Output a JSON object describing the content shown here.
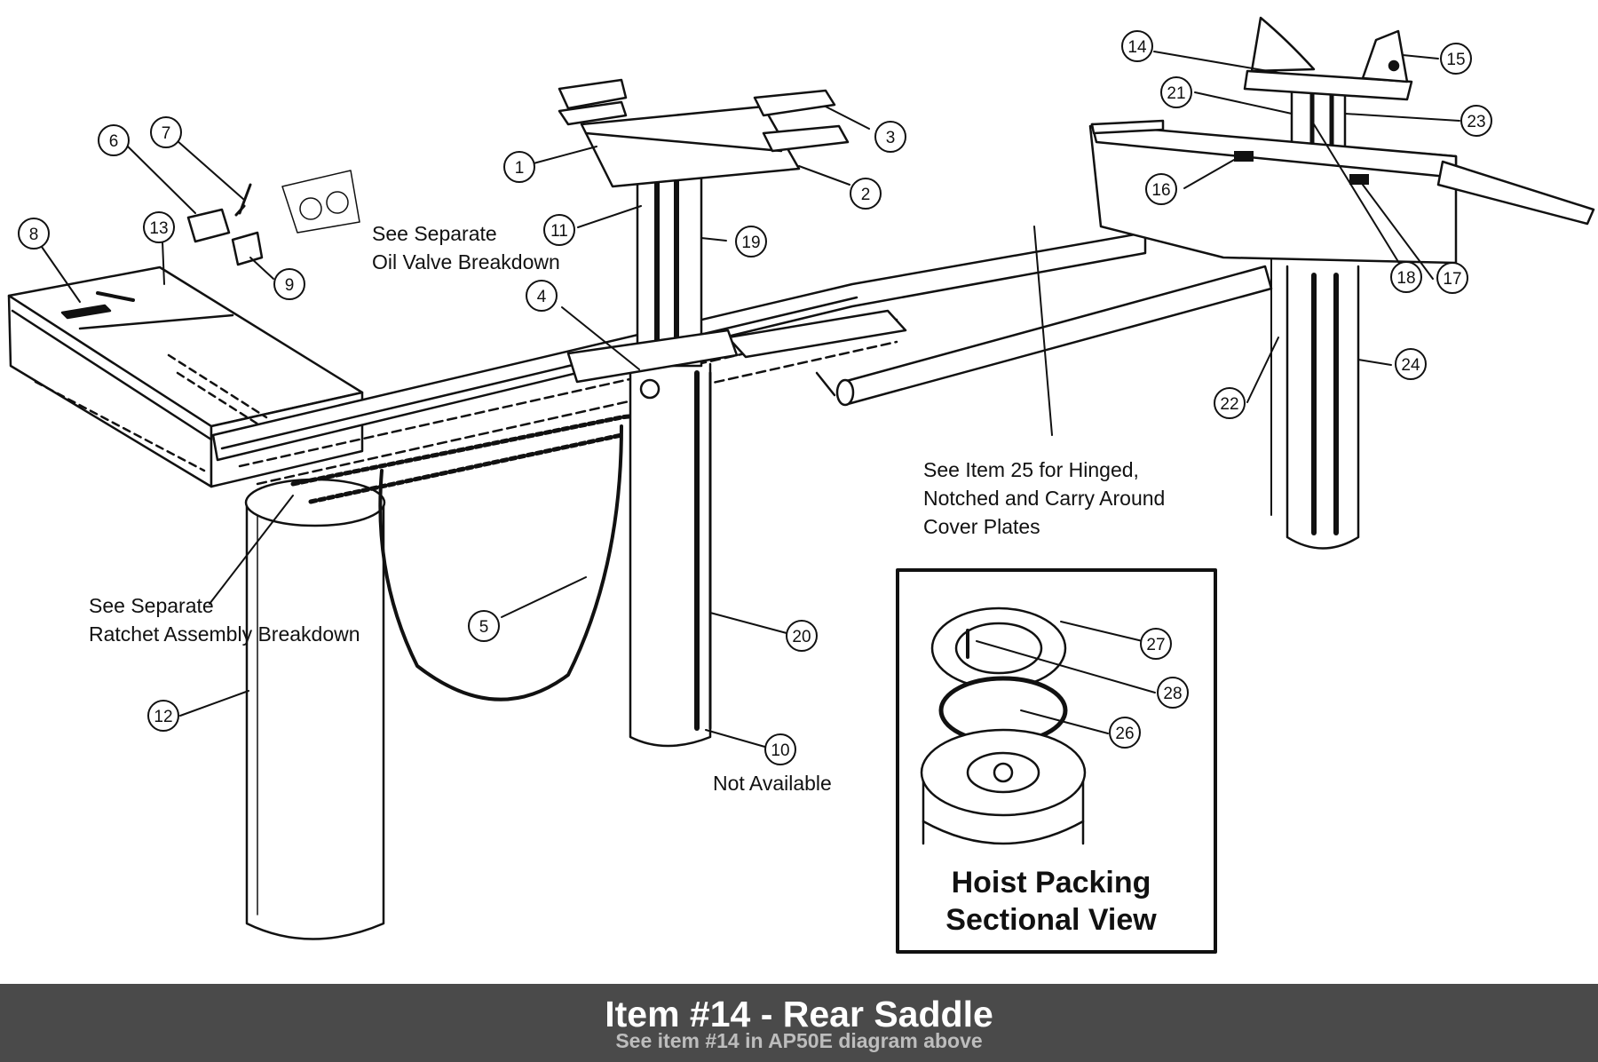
{
  "callouts": [
    "1",
    "2",
    "3",
    "4",
    "5",
    "6",
    "7",
    "8",
    "9",
    "10",
    "11",
    "12",
    "13",
    "14",
    "15",
    "16",
    "17",
    "18",
    "19",
    "20",
    "21",
    "22",
    "23",
    "24",
    "26",
    "27",
    "28"
  ],
  "notes": {
    "oil_valve": [
      "See Separate",
      "Oil Valve Breakdown"
    ],
    "ratchet": [
      "See Separate",
      "Ratchet Assembly Breakdown"
    ],
    "cover_plates": [
      "See Item 25 for Hinged,",
      "Notched and Carry Around",
      "Cover Plates"
    ],
    "not_available": "Not Available"
  },
  "inset": {
    "title_line1": "Hoist Packing",
    "title_line2": "Sectional View"
  },
  "banner": {
    "title": "Item #14 - Rear Saddle",
    "subtitle": "See item #14 in AP50E diagram above"
  },
  "colors": {
    "ink": "#111111",
    "banner_bg": "#4a4a4a",
    "banner_text": "#ffffff",
    "banner_sub": "#bdbdbd"
  }
}
